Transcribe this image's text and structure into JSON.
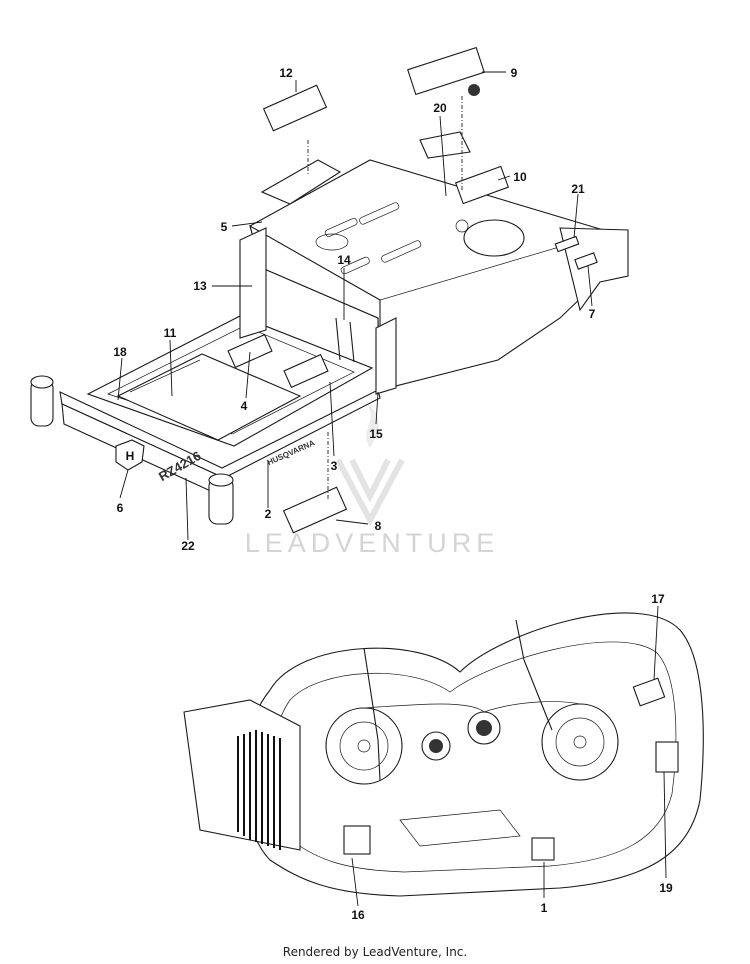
{
  "callouts": [
    {
      "id": "c1",
      "label": "1"
    },
    {
      "id": "c2",
      "label": "2"
    },
    {
      "id": "c3",
      "label": "3"
    },
    {
      "id": "c4",
      "label": "4"
    },
    {
      "id": "c5",
      "label": "5"
    },
    {
      "id": "c6",
      "label": "6"
    },
    {
      "id": "c7",
      "label": "7"
    },
    {
      "id": "c8",
      "label": "8"
    },
    {
      "id": "c9",
      "label": "9"
    },
    {
      "id": "c10",
      "label": "10"
    },
    {
      "id": "c11",
      "label": "11"
    },
    {
      "id": "c12",
      "label": "12"
    },
    {
      "id": "c13",
      "label": "13"
    },
    {
      "id": "c14",
      "label": "14"
    },
    {
      "id": "c15",
      "label": "15"
    },
    {
      "id": "c16",
      "label": "16"
    },
    {
      "id": "c17",
      "label": "17"
    },
    {
      "id": "c18",
      "label": "18"
    },
    {
      "id": "c19",
      "label": "19"
    },
    {
      "id": "c20",
      "label": "20"
    },
    {
      "id": "c21",
      "label": "21"
    },
    {
      "id": "c22",
      "label": "22"
    }
  ],
  "watermark": {
    "text": "LEADVENTURE",
    "color": "#d4d4d4"
  },
  "model_decal": {
    "text": "RZ4216"
  },
  "brand_decal": {
    "text": "HUSQVARNA"
  },
  "footer": {
    "text": "Rendered by LeadVenture, Inc."
  }
}
